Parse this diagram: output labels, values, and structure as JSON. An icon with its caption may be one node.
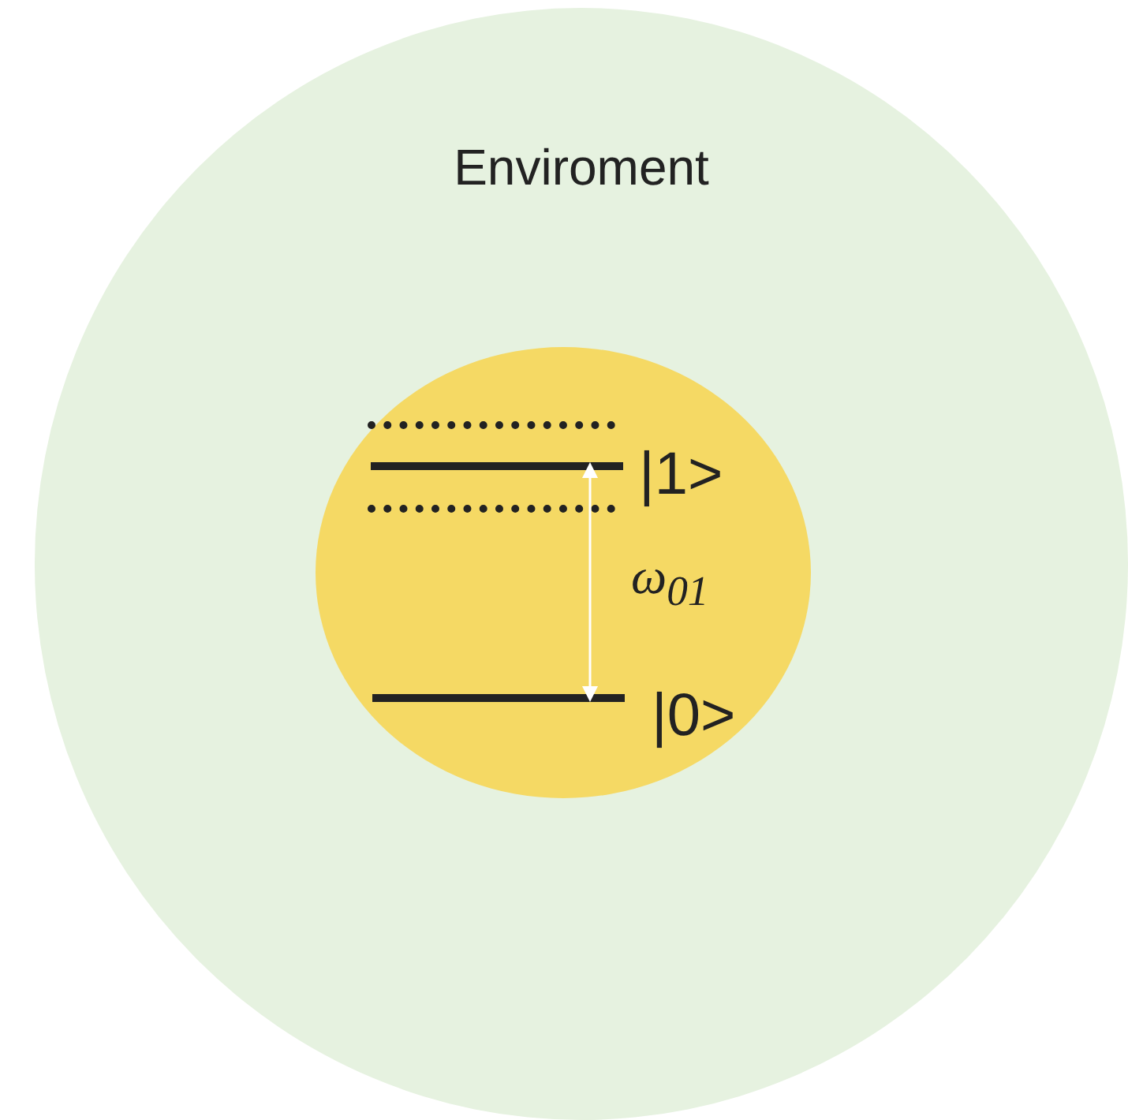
{
  "diagram": {
    "nodes": [
      {
        "text": [
          "Enviroment"
        ]
      },
      {
        "text": [],
        "shape": "circle",
        "in": 0
      },
      {
        "text": [],
        "shape": "bar",
        "beside": [
          "|1>"
        ],
        "in": 1
      },
      {
        "text": [],
        "shape": "bar",
        "beside": [
          "|0>"
        ],
        "in": 1
      }
    ],
    "edges": [
      {
        "from": 3,
        "to": 2,
        "arrow": "both",
        "label": "ω$_{01}$"
      }
    ]
  }
}
